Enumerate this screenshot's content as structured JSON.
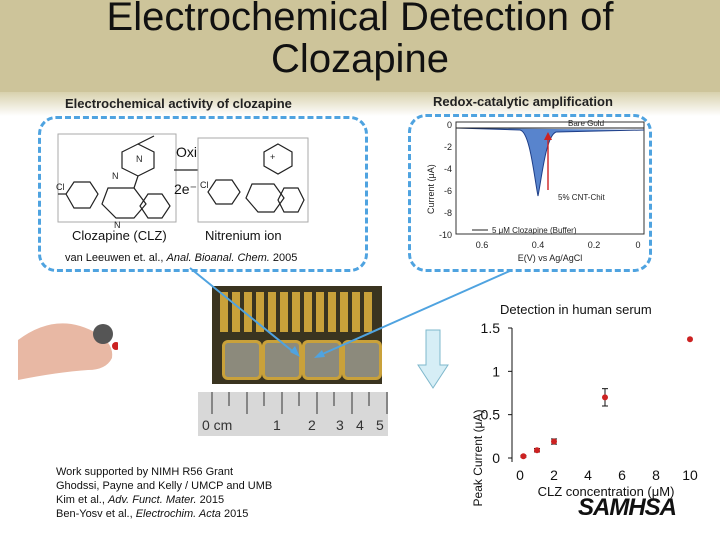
{
  "slide": {
    "title_line1": "Electrochemical Detection of",
    "title_line2": "Clozapine",
    "left_section_label": "Electrochemical activity of clozapine",
    "right_section_label": "Redox-catalytic amplification"
  },
  "reaction": {
    "oxidation_label": "Oxidation",
    "electrons_label": "2e⁻",
    "reactant_label": "Clozapine (CLZ)",
    "product_label": "Nitrenium ion",
    "citation_prefix": "van Leeuwen et. al., ",
    "citation_journal": "Anal. Bioanal. Chem.",
    "citation_year": " 2005"
  },
  "voltammogram": {
    "y_axis_label": "Current (μA)",
    "x_axis_label": "E(V) vs Ag/AgCl",
    "y_ticks": [
      "0",
      "-2",
      "-4",
      "-6",
      "-8",
      "-10"
    ],
    "x_ticks": [
      "0.6",
      "0.4",
      "0.2",
      "0"
    ],
    "bare_gold_label": "Bare Gold",
    "cnt_label": "5% CNT-Chit",
    "buffer_label": "5 μM Clozapine (Buffer)"
  },
  "device": {
    "ruler_unit_label": "0 cm",
    "ruler_ticks": [
      "1",
      "2",
      "3",
      "4",
      "5"
    ]
  },
  "serum_chart_title": "Detection in human serum",
  "chart_data": {
    "type": "scatter",
    "title": "Detection in human serum",
    "xlabel": "CLZ concentration (μM)",
    "ylabel": "Peak Current (μA)",
    "xlim": [
      0,
      10
    ],
    "ylim": [
      0,
      1.5
    ],
    "x_ticks": [
      "0",
      "2",
      "4",
      "6",
      "8",
      "10"
    ],
    "y_ticks": [
      "0",
      "0.5",
      "1",
      "1.5"
    ],
    "points": [
      {
        "x": 0.2,
        "y": 0.02,
        "err": 0.01
      },
      {
        "x": 1.0,
        "y": 0.09,
        "err": 0.02
      },
      {
        "x": 2.0,
        "y": 0.19,
        "err": 0.03
      },
      {
        "x": 5.0,
        "y": 0.7,
        "err": 0.1
      },
      {
        "x": 10.0,
        "y": 1.37,
        "err": 0.0
      }
    ],
    "marker_color": "#cc2222",
    "grid": false
  },
  "credits": {
    "line1": "Work supported by NIMH R56 Grant",
    "line2": "Ghodssi, Payne and Kelly  /  UMCP and UMB",
    "line3_prefix": "Kim et al., ",
    "line3_journal": "Adv. Funct. Mater.",
    "line3_year": " 2015",
    "line4_prefix": "Ben-Yosv et al., ",
    "line4_journal": "Electrochim. Acta",
    "line4_year": " 2015"
  },
  "logo": {
    "text": "SAMHSA"
  },
  "colors": {
    "title_band": "#cdc49a",
    "dash_box": "#4fa3e0",
    "arrow": "#4fa3e0",
    "peak_fill": "#3b6fc4",
    "marker": "#cc2222"
  }
}
